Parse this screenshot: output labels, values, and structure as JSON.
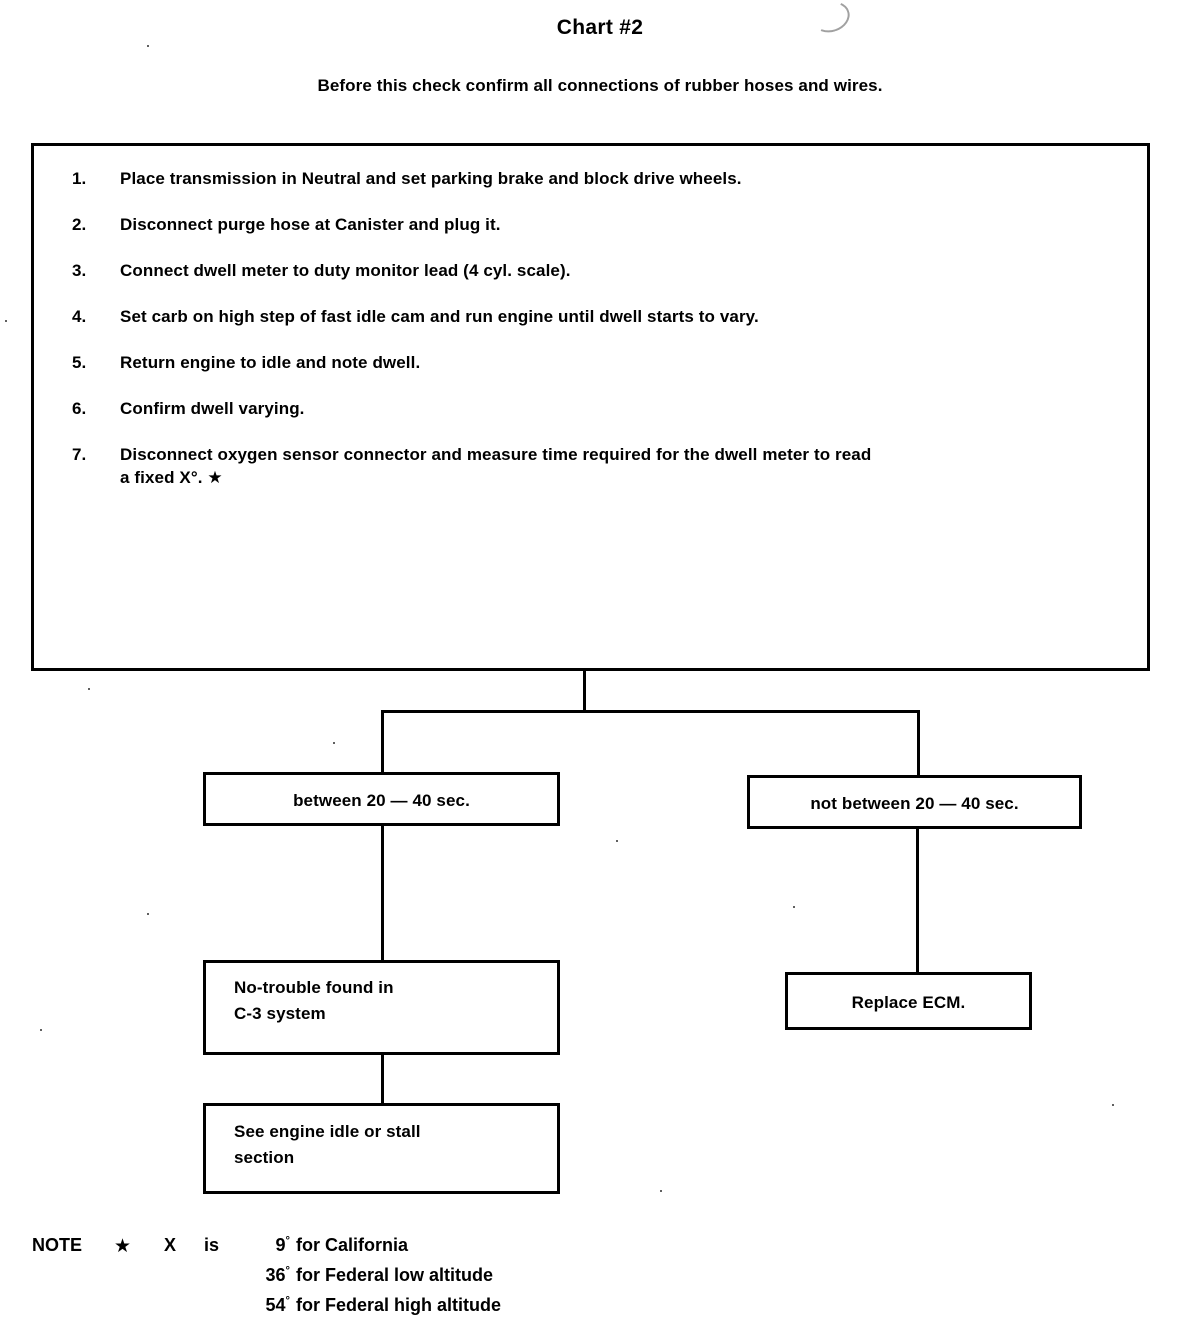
{
  "document": {
    "title": "Chart #2",
    "subtitle": "Before this check confirm all connections of rubber hoses and wires."
  },
  "procedure": {
    "steps": [
      {
        "number": "1.",
        "text": "Place transmission in Neutral and set parking brake and block drive wheels."
      },
      {
        "number": "2.",
        "text": "Disconnect purge hose at Canister and plug it."
      },
      {
        "number": "3.",
        "text": "Connect dwell meter to duty monitor lead (4 cyl. scale)."
      },
      {
        "number": "4.",
        "text": "Set carb on high step of fast idle cam and run engine until dwell starts to vary."
      },
      {
        "number": "5.",
        "text": "Return engine to idle and note dwell."
      },
      {
        "number": "6.",
        "text": "Confirm dwell varying."
      },
      {
        "number": "7.",
        "text": "Disconnect oxygen sensor connector and measure time required for the dwell meter to read\na fixed X°. ★"
      }
    ]
  },
  "flow": {
    "branch_left": "between 20 — 40 sec.",
    "branch_right": "not between 20 — 40 sec.",
    "result_ok": "No-trouble found in\nC-3 system",
    "result_ok_next": "See engine idle or stall\nsection",
    "result_fail": "Replace ECM."
  },
  "note": {
    "label": "NOTE",
    "marker": "★",
    "variable": "X",
    "verb": "is",
    "entries": [
      {
        "value": "9",
        "unit": "°",
        "text": "for California"
      },
      {
        "value": "36",
        "unit": "°",
        "text": "for Federal low altitude"
      },
      {
        "value": "54",
        "unit": "°",
        "text": "for Federal high altitude"
      }
    ]
  },
  "colors": {
    "ink": "#000000",
    "paper": "#ffffff"
  }
}
